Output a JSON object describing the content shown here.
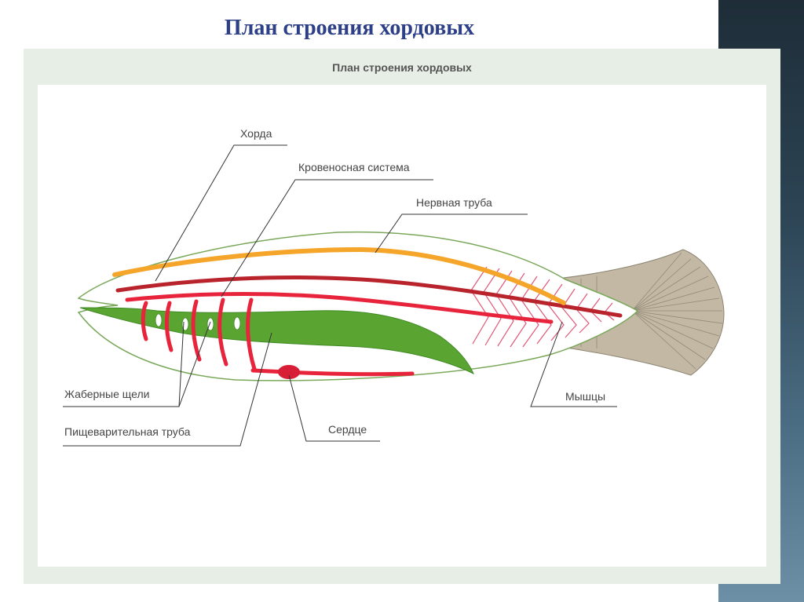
{
  "slide": {
    "title": "План строения хордовых"
  },
  "figure": {
    "title": "План строения хордовых"
  },
  "labels": {
    "chord": "Хорда",
    "circulatory": "Кровеносная система",
    "neural_tube": "Нервная труба",
    "gill_slits": "Жаберные щели",
    "digestive_tube": "Пищеварительная труба",
    "heart": "Сердце",
    "muscles": "Мышцы"
  },
  "colors": {
    "chord": "#f4a52a",
    "blood_dark": "#b8232c",
    "blood": "#e8243c",
    "digestive": "#5aa532",
    "muscle": "#e05878",
    "tail": "#b8ad98"
  }
}
